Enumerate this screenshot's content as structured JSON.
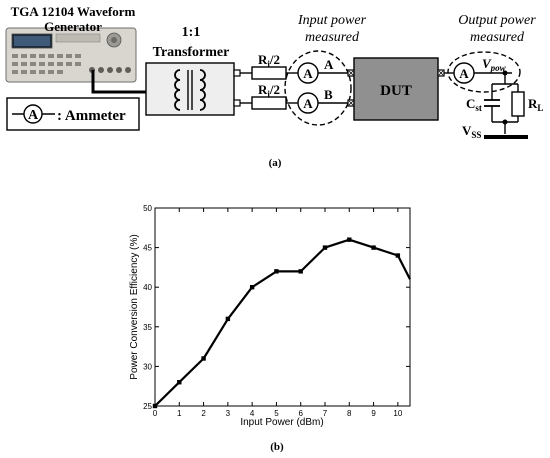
{
  "schematic": {
    "generator_label_1": "TGA 12104 Waveform",
    "generator_label_2": "Generator",
    "legend_symbol": "A",
    "legend_text": ": Ammeter",
    "transformer_ratio": "1:1",
    "transformer_label": "Transformer",
    "resistor_label": "R",
    "resistor_sub": "i",
    "resistor_suffix": "/2",
    "input_power_1": "Input power",
    "input_power_2": "measured",
    "output_power_1": "Output power",
    "output_power_2": "measured",
    "dut_label": "DUT",
    "ammeter_symbol": "A",
    "line_a_label": "A",
    "line_b_label": "B",
    "vpow_main": "V",
    "vpow_sub": "pow",
    "cst_main": "C",
    "cst_sub": "st",
    "rl_main": "R",
    "rl_sub": "L",
    "vss_main": "V",
    "vss_sub": "SS",
    "caption": "(a)"
  },
  "chart_data": {
    "type": "line",
    "x": [
      0,
      1,
      2,
      3,
      4,
      5,
      6,
      7,
      8,
      9,
      10,
      10.5
    ],
    "series": [
      {
        "values": [
          25,
          28,
          31,
          36,
          40,
          42,
          42,
          45,
          46,
          45,
          44,
          41
        ]
      }
    ],
    "xlabel": "Input Power (dBm)",
    "ylabel": "Power Conversion Efficiency (%)",
    "xlim": [
      0,
      10.5
    ],
    "ylim": [
      25,
      50
    ],
    "xticks": [
      0,
      1,
      2,
      3,
      4,
      5,
      6,
      7,
      8,
      9,
      10
    ],
    "yticks": [
      25,
      30,
      35,
      40,
      45,
      50
    ],
    "xtick_labels": [
      "0",
      "1",
      "2",
      "3",
      "4",
      "5",
      "6",
      "7",
      "8",
      "9",
      "10"
    ],
    "ytick_labels": [
      "25",
      "30",
      "35",
      "40",
      "45",
      "50"
    ],
    "grid": false,
    "line_color": "#000000",
    "caption": "(b)"
  }
}
